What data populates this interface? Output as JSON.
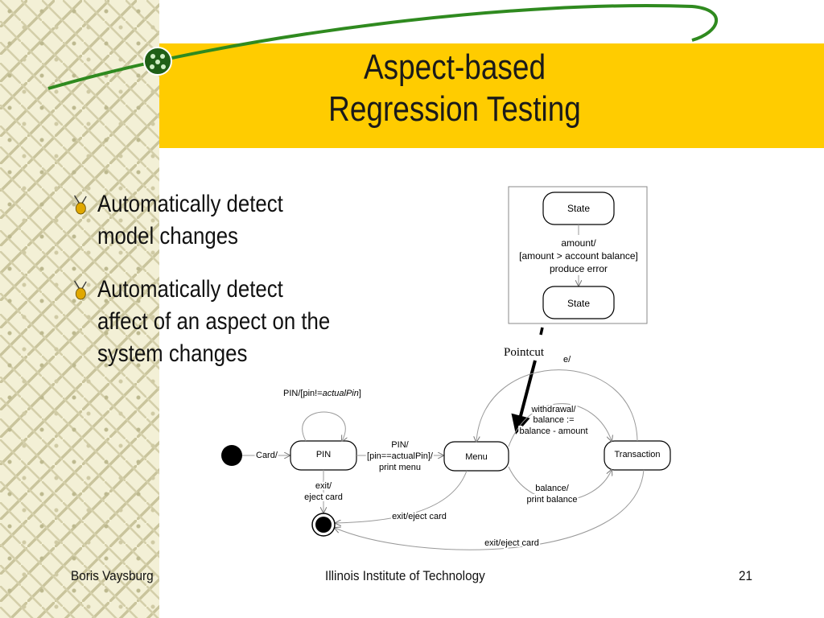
{
  "slide": {
    "title_lines": [
      "Aspect-based",
      "Regression Testing"
    ],
    "bullets": [
      {
        "lines": [
          "Automatically detect",
          "model changes"
        ]
      },
      {
        "lines": [
          "Automatically detect",
          "affect of an aspect on the",
          "system changes"
        ]
      }
    ]
  },
  "aspect_box": {
    "state_top": "State",
    "transition_lines": [
      "amount/",
      "[amount > account balance]",
      "produce error"
    ],
    "state_bottom": "State"
  },
  "pointcut_label": "Pointcut",
  "state_machine": {
    "states": {
      "pin": "PIN",
      "menu": "Menu",
      "transaction": "Transaction"
    },
    "transitions": {
      "card": "Card/",
      "pin_loop": "PIN/[pin!=",
      "pin_loop_italic": "actualPin",
      "pin_loop_end": "]",
      "pin_ok_lines": [
        "PIN/",
        "[pin==actualPin]/",
        "print menu"
      ],
      "exit_lines": [
        "exit/",
        "eject card"
      ],
      "withdrawal_lines": [
        "withdrawal/",
        "balance :=",
        "balance - amount"
      ],
      "balance_lines": [
        "balance/",
        "print balance"
      ],
      "e": "e/",
      "exit_eject_menu": "exit/eject card",
      "exit_eject_transaction": "exit/eject card"
    }
  },
  "footer": {
    "author": "Boris Vaysburg",
    "institution": "Illinois Institute of Technology",
    "page": "21"
  },
  "colors": {
    "band": "#ffcc00",
    "swoosh": "#2f8a1f",
    "sidebar": "#f3f0d6"
  }
}
